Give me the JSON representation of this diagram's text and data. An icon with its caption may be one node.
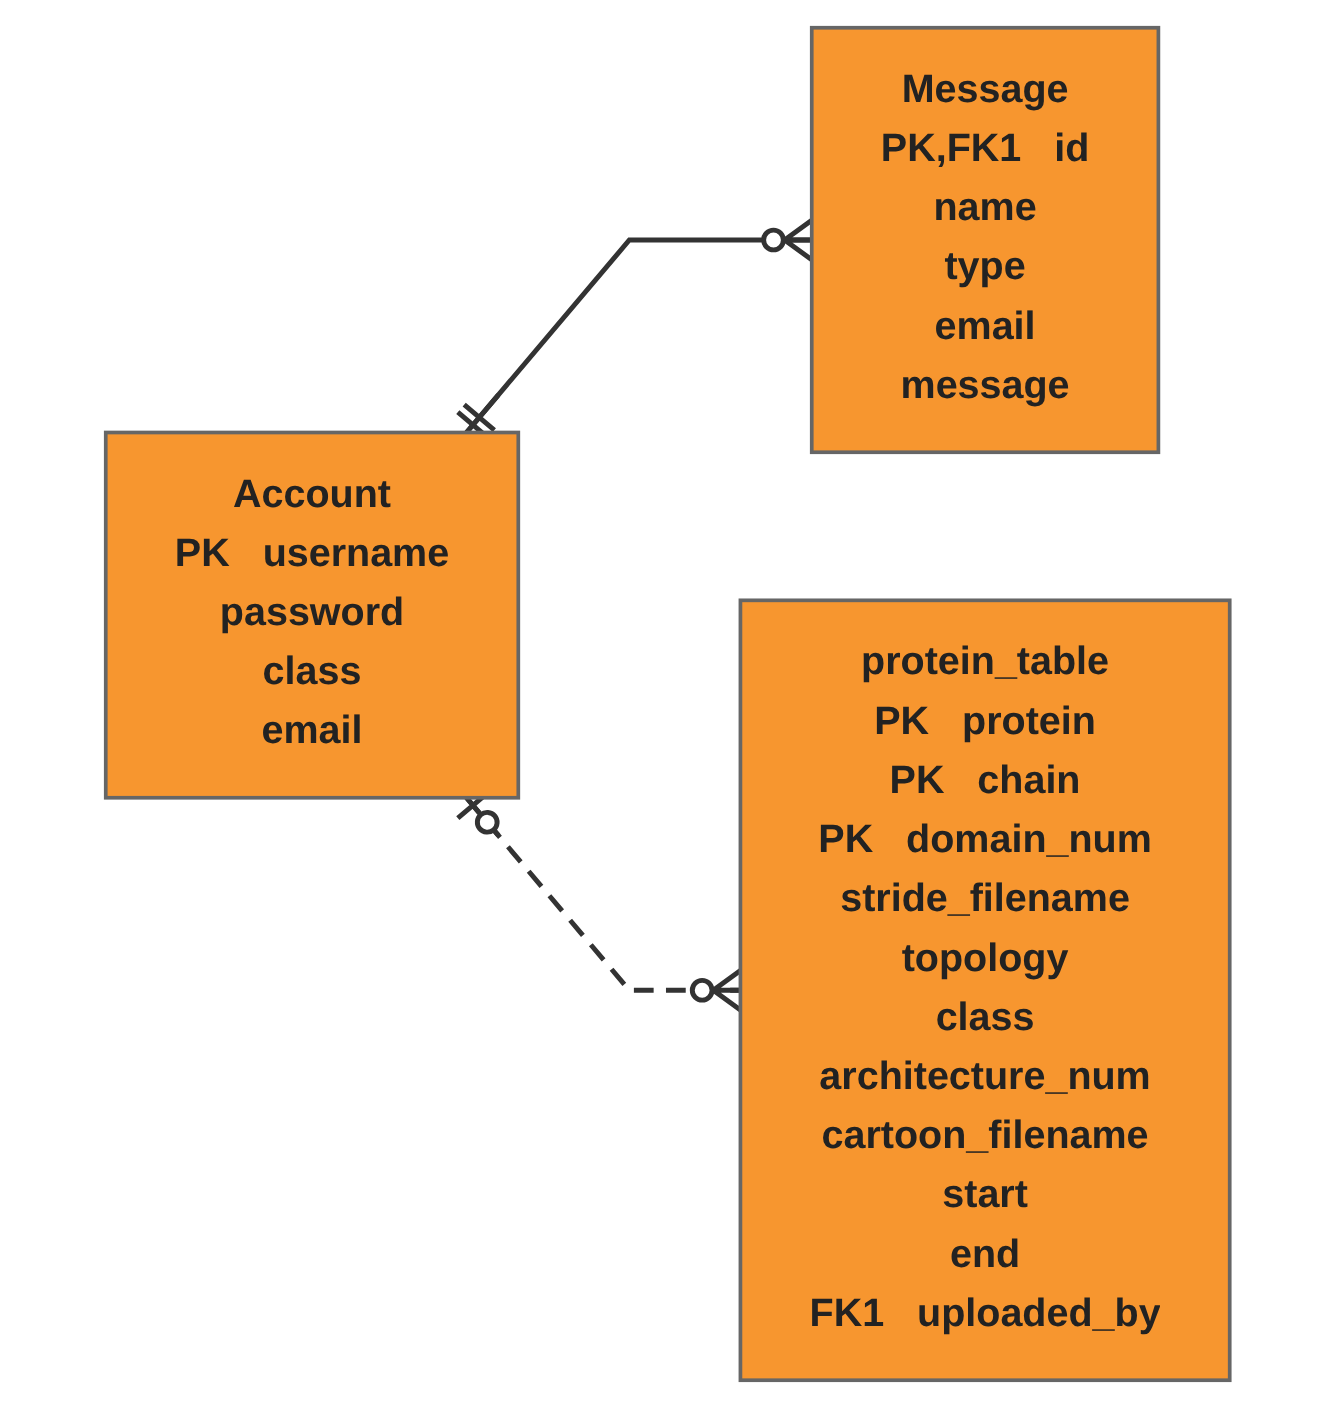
{
  "diagram": {
    "nodes": [
      {
        "text": [
          "Account",
          "PK",
          "username",
          "password",
          "class",
          "email"
        ]
      },
      {
        "text": [
          "Message",
          "PK,FK1",
          "id",
          "name",
          "type",
          "email",
          "message"
        ]
      },
      {
        "text": [
          "protein_table",
          "PK",
          "protein",
          "PK",
          "chain",
          "PK",
          "domain_num",
          "stride_filename",
          "topology",
          "class",
          "architecture_num",
          "cartoon_filename",
          "start",
          "end",
          "FK1",
          "uploaded_by"
        ]
      }
    ],
    "edges": [
      {
        "from": 0,
        "to": 1,
        "arrow": "other"
      },
      {
        "from": 0,
        "to": 2,
        "arrow": "other",
        "style": "dashed"
      }
    ]
  }
}
